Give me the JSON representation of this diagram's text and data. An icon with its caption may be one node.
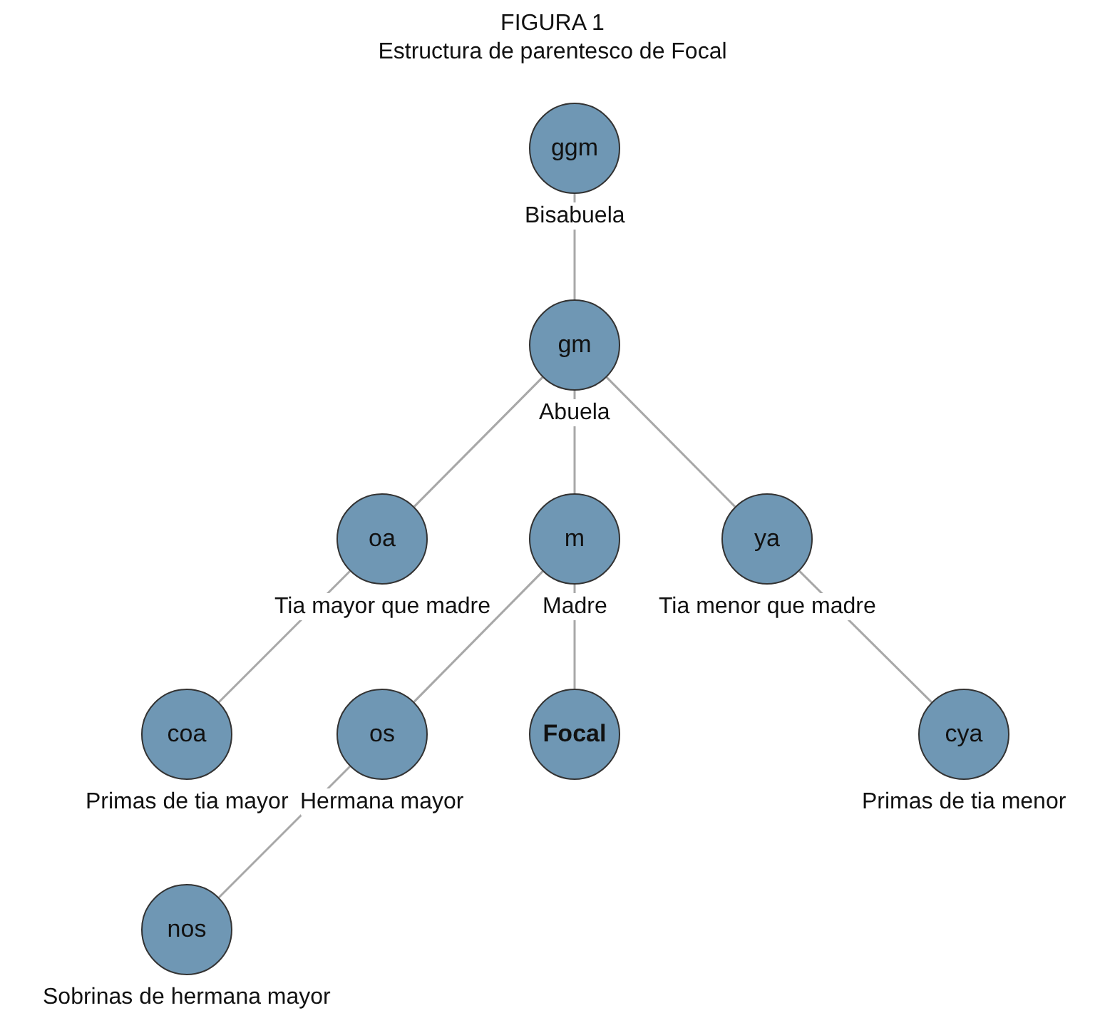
{
  "diagram": {
    "title": "FIGURA 1",
    "nodes": [
      {
        "text": [
          "ggm"
        ],
        "beside": [
          "Bisabuela"
        ]
      },
      {
        "text": [
          "gm"
        ],
        "beside": [
          "Abuela"
        ]
      },
      {
        "text": [
          "oa"
        ],
        "beside": [
          "Tia mayor que madre"
        ]
      },
      {
        "text": [
          "m"
        ],
        "beside": [
          "Madre"
        ]
      },
      {
        "text": [
          "ya"
        ],
        "beside": [
          "Tia menor que madre"
        ]
      },
      {
        "text": [
          "coa"
        ],
        "beside": [
          "Primas de tia mayor"
        ]
      },
      {
        "text": [
          "os"
        ],
        "beside": [
          "Hermana mayor"
        ]
      },
      {
        "text": [
          "Focal"
        ]
      },
      {
        "text": [
          "cya"
        ],
        "beside": [
          "Primas de tia menor"
        ]
      },
      {
        "text": [
          "nos"
        ],
        "beside": [
          "Sobrinas de hermana mayor"
        ]
      }
    ],
    "edges": [
      {
        "from": 0,
        "to": 1,
        "arrow": "none"
      },
      {
        "from": 1,
        "to": 2,
        "arrow": "none"
      },
      {
        "from": 1,
        "to": 3,
        "arrow": "none"
      },
      {
        "from": 1,
        "to": 4,
        "arrow": "none"
      },
      {
        "from": 2,
        "to": 5,
        "arrow": "none"
      },
      {
        "from": 3,
        "to": 6,
        "arrow": "none"
      },
      {
        "from": 3,
        "to": 7,
        "arrow": "none"
      },
      {
        "from": 4,
        "to": 8,
        "arrow": "none"
      },
      {
        "from": 6,
        "to": 9,
        "arrow": "none"
      }
    ],
    "labels": [
      "Estructura de parentesco de Focal"
    ]
  }
}
